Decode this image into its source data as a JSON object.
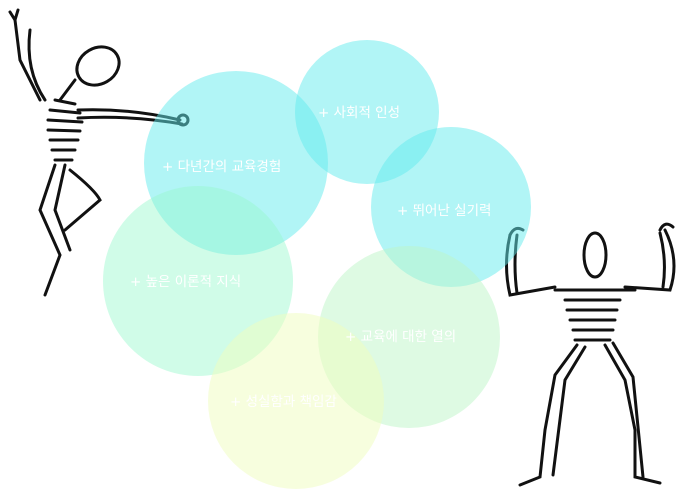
{
  "circles": [
    {
      "label": "+ 다년간의 교육경험",
      "color": "#7eeff0"
    },
    {
      "label": "+ 사회적 인성",
      "color": "#7eeff0"
    },
    {
      "label": "+ 뛰어난 실기력",
      "color": "#7eeff0"
    },
    {
      "label": "+ 높은 이론적 지식",
      "color": "#a6f8d6"
    },
    {
      "label": "+ 교육에 대한 열의",
      "color": "#c8f6d4"
    },
    {
      "label": "+ 성실함과 책임감",
      "color": "#f5fdc8"
    }
  ]
}
